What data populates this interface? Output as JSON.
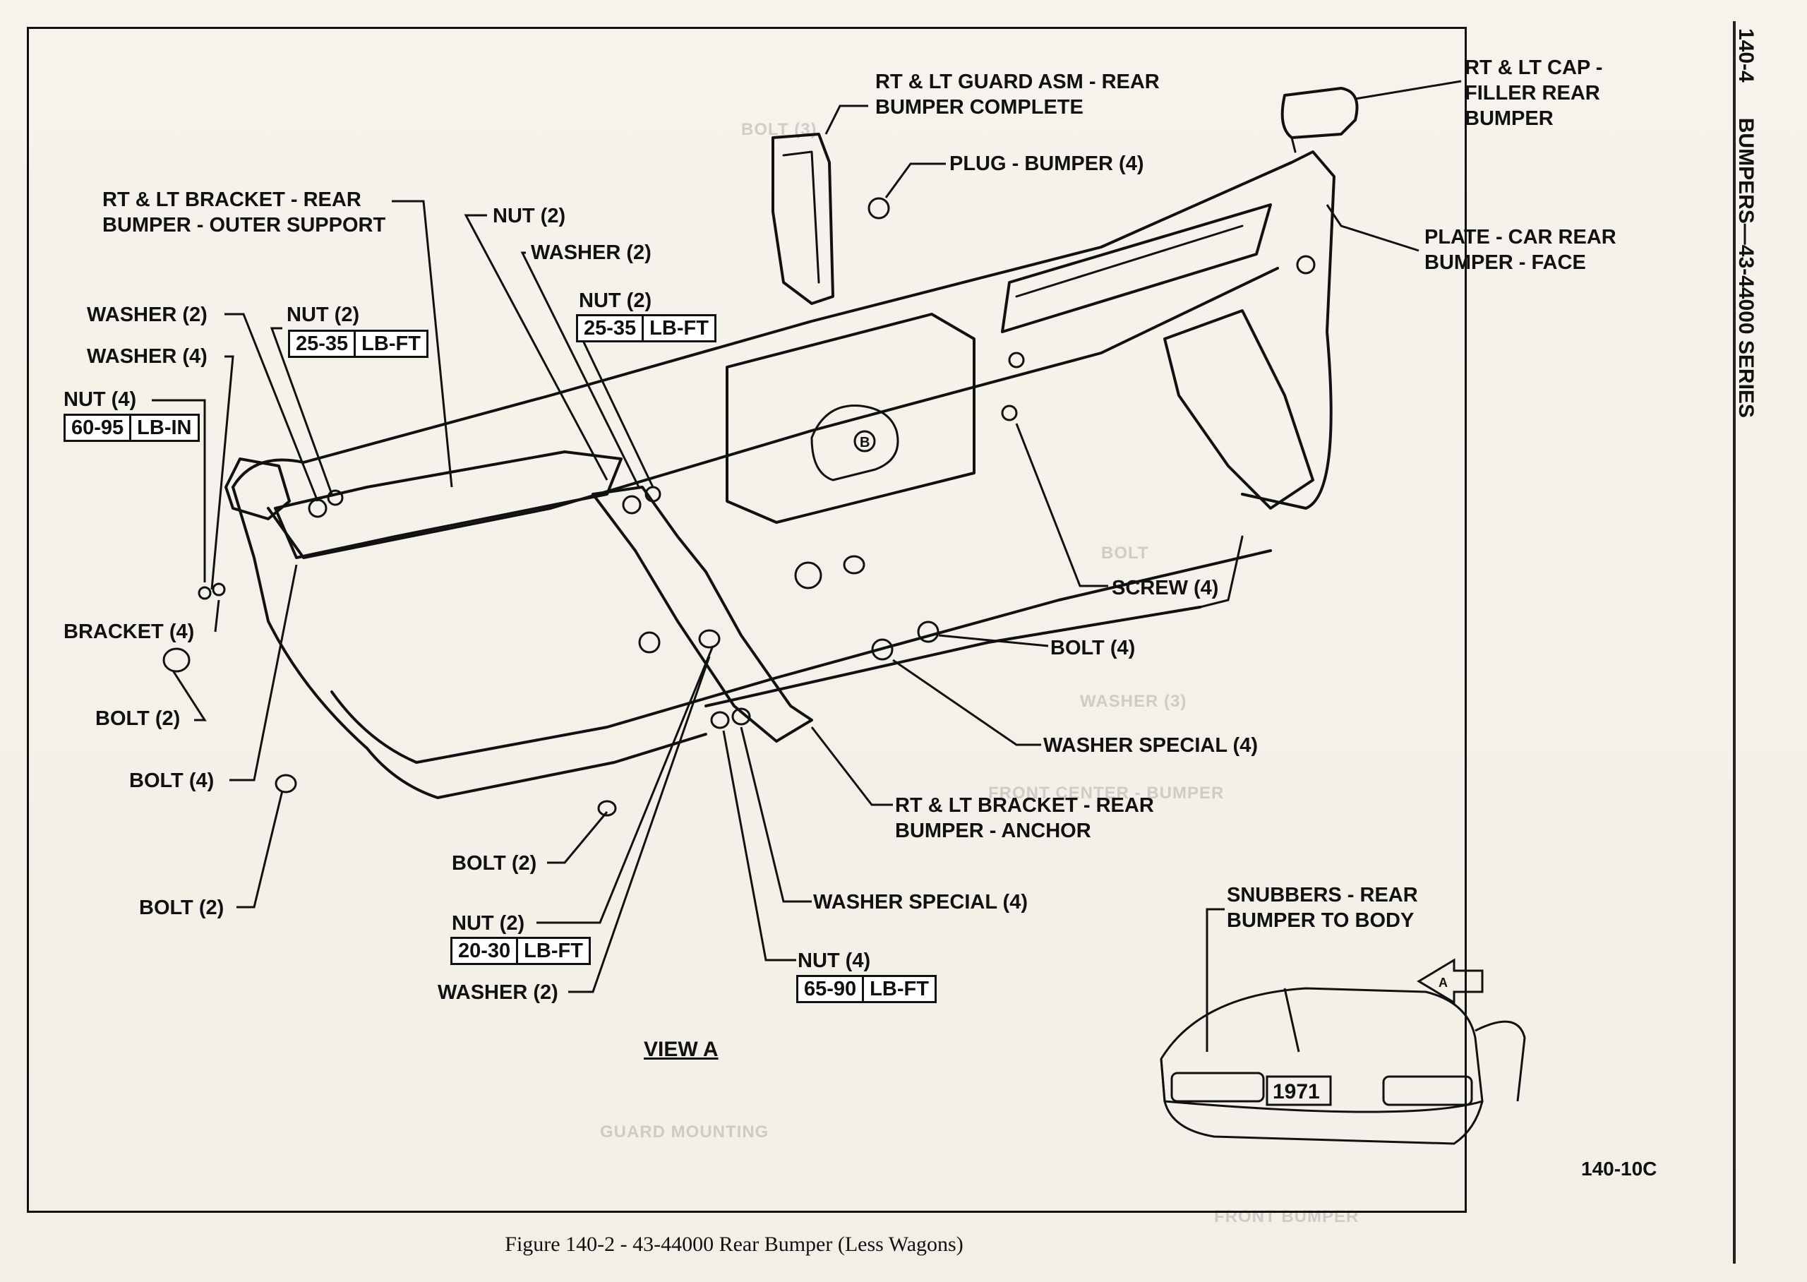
{
  "header": {
    "page_number": "140-4",
    "section_title": "BUMPERS—43-44000 SERIES"
  },
  "figure": {
    "caption": "Figure 140-2 - 43-44000 Rear Bumper (Less Wagons)",
    "id": "140-10C",
    "view_label": "VIEW A",
    "view_marker": "A",
    "detail_marker": "B",
    "license_plate_text": "1971"
  },
  "labels": {
    "guard_asm": [
      "RT & LT GUARD ASM - REAR",
      "BUMPER COMPLETE"
    ],
    "cap_filler": [
      "RT & LT CAP -",
      "FILLER REAR",
      "BUMPER"
    ],
    "plug_bumper": "PLUG - BUMPER (4)",
    "bracket_outer": [
      "RT & LT BRACKET - REAR",
      "BUMPER - OUTER SUPPORT"
    ],
    "nut_2_top": "NUT (2)",
    "washer_2_top": "WASHER (2)",
    "plate_face": [
      "PLATE - CAR REAR",
      "BUMPER - FACE"
    ],
    "washer_2_left": "WASHER (2)",
    "nut_2_left": "NUT (2)",
    "nut_2_mid": "NUT (2)",
    "washer_4_left": "WASHER (4)",
    "nut_4_left": "NUT (4)",
    "bracket_4": "BRACKET (4)",
    "bolt_2_a": "BOLT (2)",
    "bolt_4_a": "BOLT (4)",
    "bolt_2_b": "BOLT (2)",
    "bolt_2_c": "BOLT (2)",
    "nut_2_bottom": "NUT (2)",
    "washer_2_bottom": "WASHER (2)",
    "screw_4": "SCREW (4)",
    "bolt_4_right": "BOLT (4)",
    "washer_special_4_right": "WASHER SPECIAL (4)",
    "bracket_anchor": [
      "RT & LT BRACKET - REAR",
      "BUMPER - ANCHOR"
    ],
    "washer_special_4_bottom": "WASHER SPECIAL (4)",
    "nut_4_bottom": "NUT (4)",
    "snubbers": [
      "SNUBBERS - REAR",
      "BUMPER TO BODY"
    ]
  },
  "torque_specs": {
    "nut_2_left": {
      "value": "25-35",
      "unit": "LB-FT"
    },
    "nut_2_mid": {
      "value": "25-35",
      "unit": "LB-FT"
    },
    "nut_4_left": {
      "value": "60-95",
      "unit": "LB-IN"
    },
    "nut_2_bottom": {
      "value": "20-30",
      "unit": "LB-FT"
    },
    "nut_4_bottom": {
      "value": "65-90",
      "unit": "LB-FT"
    }
  },
  "colors": {
    "ink": "#111111",
    "paper": "#f4f1ea",
    "bleed_through": "#b8b4ad"
  }
}
